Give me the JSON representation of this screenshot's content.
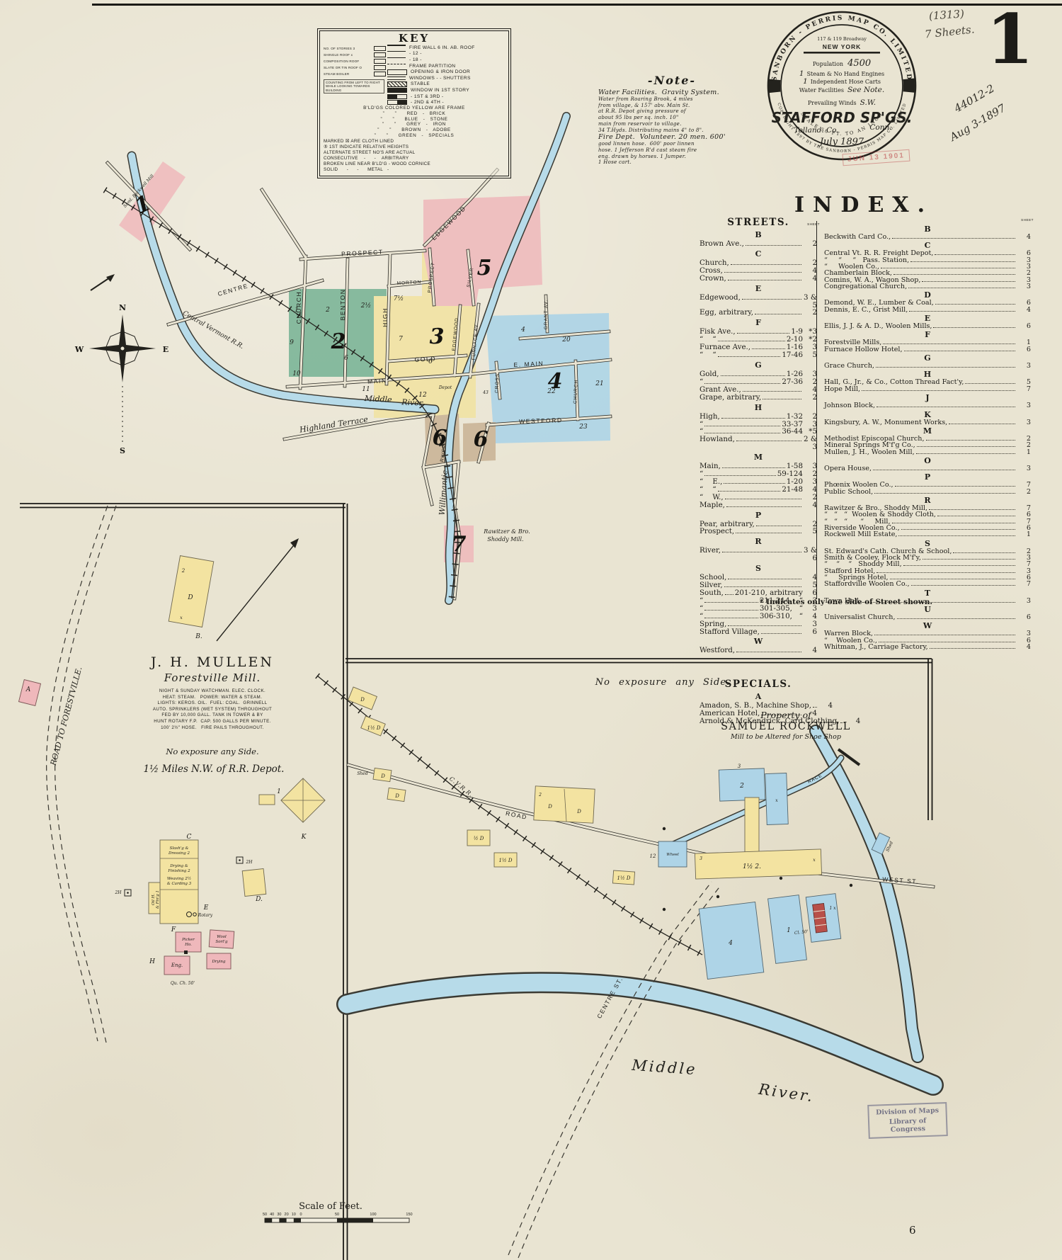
{
  "page": {
    "sheet_number": "1",
    "plate_number": "6",
    "pencil_id": "(1313)",
    "pencil_sheets": "7 Sheets.",
    "ink_number": "44012-2",
    "ink_date": "Aug 3-1897",
    "stamp_date": "JUN 13 1901"
  },
  "logo": {
    "ring_top": "SANBORN - PERRIS MAP CO. LIMITED",
    "ring_bottom": "COPYRIGHT 1897 BY THE SANBORN - PERRIS MAP CO. LIMITED",
    "address": "117 & 119 Broadway",
    "city": "NEW YORK",
    "population_label": "Population",
    "population_value": "4500",
    "engines_count": "1",
    "engines": "Steam & No Hand Engines",
    "hose_count": "1",
    "hose": "Independent Hose Carts",
    "water": "Water Facilities",
    "water_note": "See Note.",
    "winds_label": "Prevailing Winds",
    "winds_value": "S.W.",
    "title": "STAFFORD SP'GS.",
    "county": "Tolland. Co.",
    "state": "Conn.",
    "date": "July 1897",
    "scale_arc": "SCALE 50 FT. TO AN INCH"
  },
  "note": {
    "title": "-Note-",
    "lines": [
      "Water Facilities.  Gravity System.",
      "Water from Roaring Brook, 4 miles",
      "from village, & 157' abv. Main St.",
      "at R.R. Depot giving pressure of",
      "about 95 lbs per sq. inch. 10\"",
      "main from reservoir to village.",
      "34 T.Hyds. Distributing mains 4\" to 8\".",
      "Fire Dept.  Volunteer. 20 men. 600'",
      "good linnen hose.  600' poor linnen",
      "hose. 1 Jefferson R'd cast steam fire",
      "eng. drawn by horses. 1 Jumper.",
      "1 Hose cart."
    ]
  },
  "key": {
    "title": "KEY",
    "left_labels": [
      "NO. OF STORIES 3",
      "SHINGLE ROOF x",
      "COMPOSITION ROOF",
      "SLATE OR TIN ROOF O",
      "STEAM BOILER"
    ],
    "side_note": "COUNTING FROM LEFT TO RIGHT WHILE LOOKING TOWARDS BUILDING",
    "rows": [
      "FIRE WALL 6 IN. AB. ROOF",
      "-      12      -",
      "-      18      -",
      "FRAME PARTITION",
      "OPENING & IRON DOOR",
      "WINDOWS -    - SHUTTERS",
      "STABLE",
      "WINDOW IN 1ST STORY",
      "-    1ST & 3RD    -",
      "-    2ND & 4TH    -"
    ],
    "color_rows": [
      "B'LD'GS COLORED YELLOW ARE FRAME",
      "”      ”      RED   -   BRICK",
      "”      ”      BLUE   -   STONE",
      "”      ”      GREY   -   IRON",
      "”      ”      BROWN   -   ADOBE",
      "”      ”      GREEN   -   SPECIALS"
    ],
    "footer_rows": [
      "MARKED ☒ ARE CLOTH LINED",
      "⑤ 1ST INDICATE RELATIVE HEIGHTS",
      "ALTERNATE STREET NO'S ARE ACTUAL",
      "CONSECUTIVE    -      -    ARBITRARY",
      "BROKEN LINE NEAR B'LD'G - WOOD CORNICE",
      "SOLID      -      -      METAL   -"
    ]
  },
  "index": {
    "title": "INDEX.",
    "streets_heading": "STREETS.",
    "specials_heading": "SPECIALS.",
    "sheet_label": "SHEET",
    "footnote": "* Indicates only one side of Street shown.",
    "streets": [
      {
        "letter": "B",
        "rows": [
          [
            "Brown Ave.,",
            "",
            "2"
          ]
        ]
      },
      {
        "letter": "C",
        "rows": [
          [
            "Church,",
            "",
            "2"
          ],
          [
            "Cross,",
            "",
            "4"
          ],
          [
            "Crown,",
            "",
            "4"
          ]
        ]
      },
      {
        "letter": "E",
        "rows": [
          [
            "Edgewood,",
            "",
            "3 & 5"
          ],
          [
            "Egg, arbitrary,",
            "",
            "2"
          ]
        ]
      },
      {
        "letter": "F",
        "rows": [
          [
            "Fisk Ave.,",
            "1-9",
            "*3"
          ],
          [
            "“    “",
            "2-10",
            "*2"
          ],
          [
            "Furnace Ave.,",
            "1-16",
            "3"
          ],
          [
            "“    “",
            "17-46",
            "5"
          ]
        ]
      },
      {
        "letter": "G",
        "rows": [
          [
            "Gold,",
            "1-26",
            "3"
          ],
          [
            "“",
            "27-36",
            "2"
          ],
          [
            "Grant Ave.,",
            "",
            "4"
          ],
          [
            "Grape, arbitrary,",
            "",
            "2"
          ]
        ]
      },
      {
        "letter": "H",
        "rows": [
          [
            "High,",
            "1-32",
            "2"
          ],
          [
            "“",
            "33-37",
            "3"
          ],
          [
            "“",
            "36-44",
            "*5"
          ],
          [
            "Howland,",
            "",
            "2 & 3"
          ]
        ]
      },
      {
        "letter": "M",
        "rows": [
          [
            "Main,",
            "1-58",
            "3"
          ],
          [
            "“",
            "59-124",
            "2"
          ],
          [
            "“    E.,",
            "1-20",
            "3"
          ],
          [
            "“    “",
            "21-48",
            "4"
          ],
          [
            "“    W.,",
            "",
            "2"
          ],
          [
            "Maple,",
            "",
            "4"
          ]
        ]
      },
      {
        "letter": "P",
        "rows": [
          [
            "Pear, arbitrary,",
            "",
            "2"
          ],
          [
            "Prospect,",
            "",
            "5"
          ]
        ]
      },
      {
        "letter": "R",
        "rows": [
          [
            "River,",
            "",
            "3 & 6"
          ]
        ]
      },
      {
        "letter": "S",
        "rows": [
          [
            "School,",
            "",
            "4"
          ],
          [
            "Silver,",
            "",
            "5"
          ],
          [
            "South,",
            "201-210, arbitrary",
            "6"
          ],
          [
            "“",
            "211-214,   “",
            "3"
          ],
          [
            "“",
            "301-305,   “",
            "3"
          ],
          [
            "“",
            "306-310,   “",
            "4"
          ],
          [
            "Spring,",
            "",
            "3"
          ],
          [
            "Stafford Village,",
            "",
            "6"
          ]
        ]
      },
      {
        "letter": "W",
        "rows": [
          [
            "Westford,",
            "",
            "4"
          ]
        ]
      }
    ],
    "specials": [
      {
        "letter": "A",
        "rows": [
          [
            "Amadon, S. B., Machine Shop,",
            "",
            "4"
          ],
          [
            "American Hotel,",
            "",
            "4"
          ],
          [
            "Arnold & McKendrick, Card Clothing,",
            "",
            "4"
          ]
        ]
      }
    ],
    "buildings": [
      {
        "letter": "B",
        "rows": [
          [
            "Beckwith Card Co.,",
            "4"
          ]
        ]
      },
      {
        "letter": "C",
        "rows": [
          [
            "Central Vt. R. R. Freight Depot,",
            "6"
          ],
          [
            "“     “     “   Pass. Station,",
            "3"
          ],
          [
            "“     Woolen Co.,",
            "3"
          ],
          [
            "Chamberlain Block,",
            "2"
          ],
          [
            "Comins, W. A., Wagon Shop,",
            "3"
          ],
          [
            "Congregational Church,",
            "3"
          ]
        ]
      },
      {
        "letter": "D",
        "rows": [
          [
            "Demond, W. E., Lumber & Coal,",
            "6"
          ],
          [
            "Dennis, E. C., Grist Mill,",
            "4"
          ]
        ]
      },
      {
        "letter": "E",
        "rows": [
          [
            "Ellis, J. J. & A. D., Woolen Mills,",
            "6"
          ]
        ]
      },
      {
        "letter": "F",
        "rows": [
          [
            "Forestville Mills,",
            "1"
          ],
          [
            "Furnace Hollow Hotel,",
            "6"
          ]
        ]
      },
      {
        "letter": "G",
        "rows": [
          [
            "Grace Church,",
            "3"
          ]
        ]
      },
      {
        "letter": "H",
        "rows": [
          [
            "Hall, G., Jr., & Co., Cotton Thread Fact'y,",
            "5"
          ],
          [
            "Hope Mill,",
            "7"
          ]
        ]
      },
      {
        "letter": "J",
        "rows": [
          [
            "Johnson Block,",
            "3"
          ]
        ]
      },
      {
        "letter": "K",
        "rows": [
          [
            "Kingsbury, A. W., Monument Works,",
            "3"
          ]
        ]
      },
      {
        "letter": "M",
        "rows": [
          [
            "Methodist Episcopal Church,",
            "2"
          ],
          [
            "Mineral Springs M'f'g Co.,",
            "2"
          ],
          [
            "Mullen, J. H., Woolen Mill,",
            "1"
          ]
        ]
      },
      {
        "letter": "O",
        "rows": [
          [
            "Opera House,",
            "3"
          ]
        ]
      },
      {
        "letter": "P",
        "rows": [
          [
            "Phœnix Woolen Co.,",
            "7"
          ],
          [
            "Public School,",
            "2"
          ]
        ]
      },
      {
        "letter": "R",
        "rows": [
          [
            "Rawitzer & Bro., Shoddy Mill,",
            "7"
          ],
          [
            "“   “   “  Woolen & Shoddy Cloth,",
            "6"
          ],
          [
            "“   “   “      “     Mill,",
            "7"
          ],
          [
            "Riverside Woolen Co.,",
            "6"
          ],
          [
            "Rockwell Mill Estate,",
            "1"
          ]
        ]
      },
      {
        "letter": "S",
        "rows": [
          [
            "St. Edward's Cath. Church & School,",
            "2"
          ],
          [
            "Smith & Cooley, Flock M'f'y,",
            "3"
          ],
          [
            "“    “    “   Shoddy Mill,",
            "7"
          ],
          [
            "Stafford Hotel,",
            "3"
          ],
          [
            "“     Springs Hotel,",
            "6"
          ],
          [
            "Staffordville Woolen Co.,",
            "7"
          ]
        ]
      },
      {
        "letter": "T",
        "rows": [
          [
            "Town Hall,",
            "3"
          ]
        ]
      },
      {
        "letter": "U",
        "rows": [
          [
            "Universalist Church,",
            "6"
          ]
        ]
      },
      {
        "letter": "W",
        "rows": [
          [
            "Warren Block,",
            "3"
          ],
          [
            "“    Woolen Co.,",
            "6"
          ],
          [
            "Whitman, J., Carriage Factory,",
            "4"
          ]
        ]
      }
    ]
  },
  "map": {
    "streets": [
      "PROSPECT",
      "CENTRE",
      "CHURCH.",
      "BENTON",
      "MORTON",
      "HIGH",
      "PROSPECT",
      "SILVER",
      "EDGEWOOD",
      "EDGEWOOD",
      "FURNACE AV.",
      "GRANT AV.",
      "MAIN",
      "E. MAIN",
      "GOLD",
      "CROSS",
      "CHURCH",
      "WESTFORD",
      "RIVER"
    ],
    "features": {
      "railroad": "Central Vermont R.R.",
      "river1a": "Middle",
      "river1b": "River",
      "river2": "Willimantic",
      "terrace": "Highland Terrace",
      "depot": "Depot",
      "mill7a": "Rawitzer & Bro.",
      "mill7b": "Shoddy Mill.",
      "mill1": "Saml. Rockwell Mill"
    },
    "districts": [
      "1",
      "2",
      "3",
      "4",
      "5",
      "6",
      "6",
      "7"
    ],
    "blocks": [
      "1",
      "2",
      "2½",
      "9",
      "6",
      "7½",
      "7",
      "6",
      "10",
      "11",
      "12",
      "4",
      "20",
      "22",
      "21",
      "23",
      "43"
    ],
    "compass": {
      "n": "N",
      "s": "S",
      "e": "E",
      "w": "W"
    }
  },
  "inset_left": {
    "road_label": "ROAD TO FORESTVILLE.",
    "title1": "J. H. MULLEN",
    "title2": "Forestville Mill.",
    "desc": [
      "NIGHT & SUNDAY WATCHMAN. ELEC. CLOCK.",
      "HEAT: STEAM.   POWER: WATER & STEAM.",
      "LIGHTS: KEROS. OIL.  FUEL: COAL.  GRINNELL",
      "AUTO. SPRINKLERS (WET SYSTEM) THROUGHOUT",
      "FED BY 10,000 GALL. TANK IN TOWER & BY",
      "HUNT ROTARY F.P.  CAP. 500 GALLS PER MINUTE.",
      "100' 2½\" HOSE.   FIRE PAILS THROUGHOUT."
    ],
    "exposure": "No exposure any Side.",
    "distance": "1½ Miles N.W. of R.R. Depot.",
    "labels": {
      "a": "A",
      "two": "2",
      "d": "D",
      "x": "x",
      "b": "B.",
      "k": "K",
      "one": "1",
      "c": "C",
      "e": "E",
      "f": "F",
      "h": "H",
      "d2": "D.",
      "rotary": "Rotary",
      "qu": "Qu. Ch. 50'",
      "hyd1": "2H",
      "hyd2": "2H"
    },
    "bldg_texts": [
      "Slash'g &",
      "Dressing 2",
      "Drying &",
      "Finishing 2",
      "Weaving 2½",
      "& Carding 3",
      "Oil H.",
      "& Fin'g 1",
      "Picker",
      "Ho.",
      "Wool",
      "Sort'g",
      "Eng.",
      "Drying"
    ]
  },
  "inset_right": {
    "exposure": "No exposure any Side.",
    "prop1": "Property of",
    "prop2": "SAMUEL ROCKWELL",
    "prop3": "Mill to be Altered for Shoe Shop",
    "rr": "C.V.R.R.",
    "road": "ROAD",
    "west_st": "WEST  ST.",
    "centre_st": "CENTRE  ST.",
    "race": "RACE",
    "river1": "Middle",
    "river2": "River.",
    "labels": {
      "y1": "D",
      "y2": "1½ D",
      "shed": "Shed",
      "y3": "D",
      "y4": "D",
      "y5": "½ D",
      "y6": "1½ D",
      "y7a": "D",
      "y7b": "D",
      "y7n": "2",
      "y8": "1½ D",
      "mill": "1½   2.",
      "milln": "3",
      "millx": "x",
      "b1": "2",
      "b1n": "3",
      "b2x": "x",
      "wheel": "Wheel",
      "twelve": "12",
      "b4": "4",
      "b5": "1",
      "b6": "1 x",
      "cl": "Cl. 50'",
      "shed2": "Shed"
    }
  },
  "scale": {
    "label": "Scale of Feet.",
    "sub_ticks": [
      "50",
      "40",
      "30",
      "20",
      "10",
      "0"
    ],
    "major_ticks": [
      "50",
      "100",
      "150"
    ]
  },
  "loc_stamp": {
    "line1": "Division of Maps",
    "line2": "Library of Congress"
  }
}
